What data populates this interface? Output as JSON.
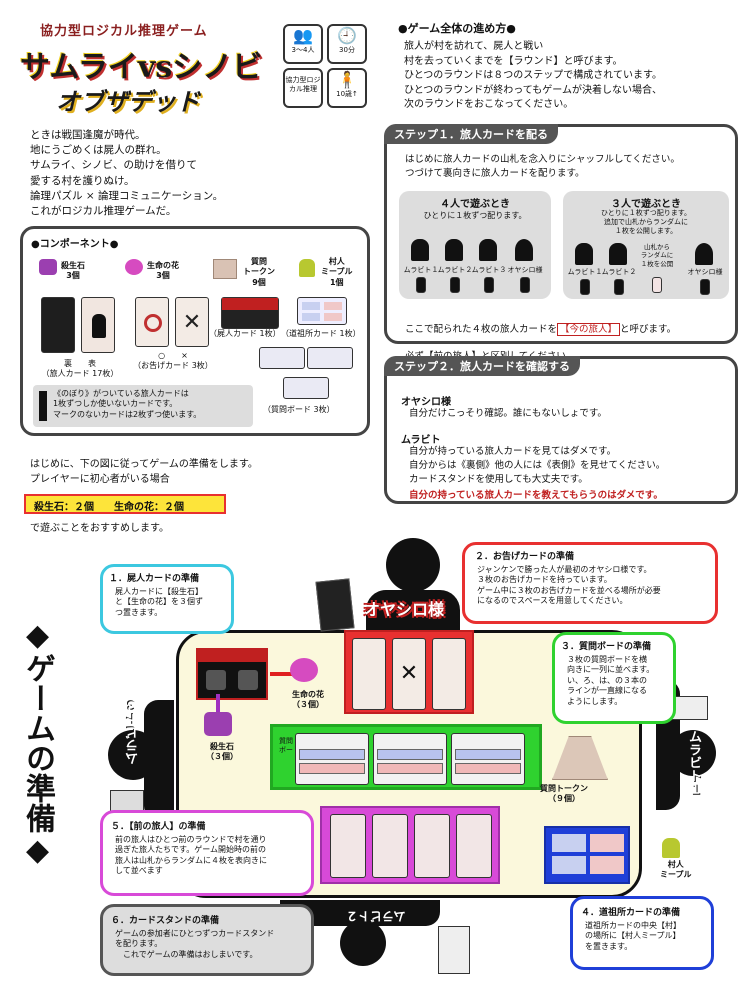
{
  "header": {
    "subtitle": "協力型ロジカル推理ゲーム",
    "title_main": "サムライvsシノビ",
    "title_sub": "オブザデッド",
    "players": "3〜4人",
    "time": "30分",
    "genre": "協力型ロジカル推理",
    "age": "10歳↑",
    "intro": "ときは戦国逢魔が時代。\n地にうごめくは屍人の群れ。\nサムライ、シノビ、の助けを借りて\n愛する村を護りぬけ。\n論理パズル × 論理コミュニケーション。\nこれがロジカル推理ゲームだ。"
  },
  "components": {
    "title": "●コンポーネント●",
    "items": [
      {
        "name": "殺生石\n3個"
      },
      {
        "name": "生命の花\n3個"
      },
      {
        "name": "質問\nトークン\n9個"
      },
      {
        "name": "村人\nミープル\n1個"
      }
    ],
    "traveler_cards": "裏　　表\n（旅人カード 17枚）",
    "oracle_cards": "○　　×\n（お告げカード 3枚）",
    "corpse_card": "（屍人カード 1枚）",
    "travel_card": "（道祖所カード 1枚）",
    "question_board": "（質問ボード 3枚）",
    "note": "《のぼり》がついている旅人カードは\n1枚ずつしか使いないカードです。\nマークのないカードは2枚ずつ使います。"
  },
  "flow": {
    "title": "●ゲーム全体の進め方●",
    "text": "旅人が村を訪れて、屍人と戦い\n村を去っていくまでを【ラウンド】と呼びます。\nひとつのラウンドは８つのステップで構成されています。\nひとつのラウンドが終わってもゲームが決着しない場合、\n次のラウンドをおこなってください。"
  },
  "step1": {
    "title": "ステップ１．旅人カードを配る",
    "text": "はじめに旅人カードの山札を念入りにシャッフルしてください。\nつづけて裏向きに旅人カードを配ります。",
    "four_title": "４人で遊ぶとき",
    "four_text": "ひとりに１枚ずつ配ります。",
    "three_title": "３人で遊ぶとき",
    "three_text": "ひとりに１枚ずつ配ります。\n追加で山札からランダムに\n１枚を公開します。",
    "labels": [
      "ムラビト１",
      "ムラビト２",
      "ムラビト３",
      "オヤシロ様"
    ],
    "three_labels": [
      "ムラビト１",
      "ムラビト２",
      "山札から\nランダムに\n１枚を公開",
      "オヤシロ様"
    ],
    "note_prefix": "ここで配られた４枚の旅人カードを",
    "current_traveler": "【今の旅人】",
    "note_suffix": "と呼びます。",
    "note2": "必ず【前の旅人】と区別してください。"
  },
  "step2": {
    "title": "ステップ２．旅人カードを確認する",
    "oyashiro_title": "オヤシロ様",
    "oyashiro_text": "自分だけこっそり確認。誰にもないしょです。",
    "murabito_title": "ムラビト",
    "murabito_text": "自分が持っている旅人カードを見てはダメです。\n自分からは《裏側》他の人には《表側》を見せてください。\nカードスタンドを使用しても大丈夫です。",
    "warning": "自分の持っている旅人カードを教えてもらうのはダメです。"
  },
  "setup_intro": {
    "text": "はじめに、下の図に従ってゲームの準備をします。\nプレイヤーに初心者がいる場合",
    "highlight": "殺生石：２個　　生命の花：２個",
    "text2": "で遊ぶことをおすすめします。"
  },
  "setup": {
    "vertical_title": "◆ゲームの準備◆",
    "oyashiro_label": "オヤシロ様",
    "life_flower": "生命の花\n（３個）",
    "killing_stone": "殺生石\n（３個）",
    "question_token": "質問トークン\n（９個）",
    "villager_meeple": "村人\nミープル",
    "murabito1": "ムラビト１",
    "murabito2": "ムラビト２",
    "murabito3": "ムラビト３",
    "board_label": "質問\nボード",
    "s1_title": "１．屍人カードの準備",
    "s1_text": "屍人カードに【殺生石】\nと【生命の花】を３個ず\nつ置きます。",
    "s2_title": "２．お告げカードの準備",
    "s2_text": "ジャンケンで勝った人が最初のオヤシロ様です。\n３枚のお告げカードを持っています。\nゲーム中に３枚のお告げカードを並べる場所が必要\nになるのでスペースを用意してください。",
    "s3_title": "３．質問ボードの準備",
    "s3_text": "３枚の質問ボードを横\n向きに一列に並べます。\nい、ろ、は、の３本の\nラインが一直線になる\nようにします。",
    "s4_title": "４．道祖所カードの準備",
    "s4_text": "道祖所カードの中央【村】\nの場所に【村人ミープル】\nを置きます。",
    "s5_title": "５．【前の旅人】の準備",
    "s5_text": "前の旅人はひとつ前のラウンドで村を通り\n過ぎた旅人たちです。ゲーム開始時の前の\n旅人は山札からランダムに４枚を表向きに\nして並べます",
    "s6_title": "６．カードスタンドの準備",
    "s6_text": "ゲームの参加者にひとつずつカードスタンド\nを配ります。\n　これでゲームの準備はおしまいです。"
  },
  "colors": {
    "cyan": "#3cc8e0",
    "red": "#e83030",
    "green": "#2fd22f",
    "magenta": "#d84ad8",
    "blue": "#1f3fd8",
    "table": "#fbf8dc"
  }
}
